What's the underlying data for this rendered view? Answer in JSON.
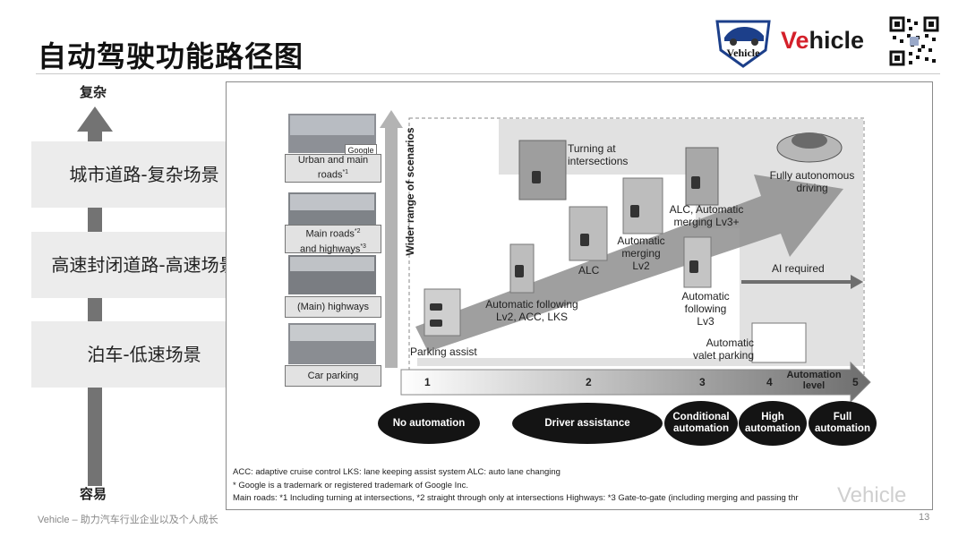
{
  "title": "自动驾驶功能路径图",
  "brand": {
    "prefix": "Ve",
    "suffix": "hicle",
    "logo_text": "Vehicle"
  },
  "axis": {
    "top": "复杂",
    "bottom": "容易"
  },
  "scenes": [
    "城市道路-复杂场景",
    "高速封闭道路-高速场景",
    "泊车-低速场景"
  ],
  "thumbnails": {
    "google": "Google",
    "urban": "Urban and main roads",
    "urban_sup": "*1",
    "main": "Main roads",
    "main_sup": "*2",
    "main2": "and highways",
    "main2_sup": "*3",
    "highways": "(Main) highways",
    "parking": "Car parking"
  },
  "wider_range": "Wider range of scenarios",
  "features": {
    "turning": [
      "Turning at",
      "intersections"
    ],
    "alc": "ALC",
    "auto_merge": [
      "Automatic",
      "merging",
      "Lv2"
    ],
    "alc_merge": [
      "ALC, Automatic",
      "merging Lv3+"
    ],
    "fully_auto": [
      "Fully autonomous",
      "driving"
    ],
    "auto_follow_lv2": [
      "Automatic following",
      "Lv2, ACC, LKS"
    ],
    "auto_follow_lv3": [
      "Automatic",
      "following",
      "Lv3"
    ],
    "ai_required": "AI required",
    "parking_assist": "Parking assist",
    "valet": [
      "Automatic",
      "valet parking"
    ]
  },
  "automation_axis": {
    "label": [
      "Automation",
      "level"
    ],
    "ticks": [
      "1",
      "2",
      "3",
      "4",
      "5"
    ]
  },
  "levels": [
    "No automation",
    "Driver assistance",
    "Conditional automation",
    "High automation",
    "Full automation"
  ],
  "footnotes": [
    "ACC: adaptive cruise control   LKS: lane keeping assist system   ALC: auto lane changing",
    "* Google is a trademark or registered trademark of Google Inc.",
    "Main roads: *1 Including turning at intersections, *2 straight through only at intersections   Highways: *3 Gate-to-gate (including merging and passing thr"
  ],
  "footer": "Vehicle – 助力汽车行业企业以及个人成长",
  "page_number": "13",
  "watermark": "Vehicle"
}
